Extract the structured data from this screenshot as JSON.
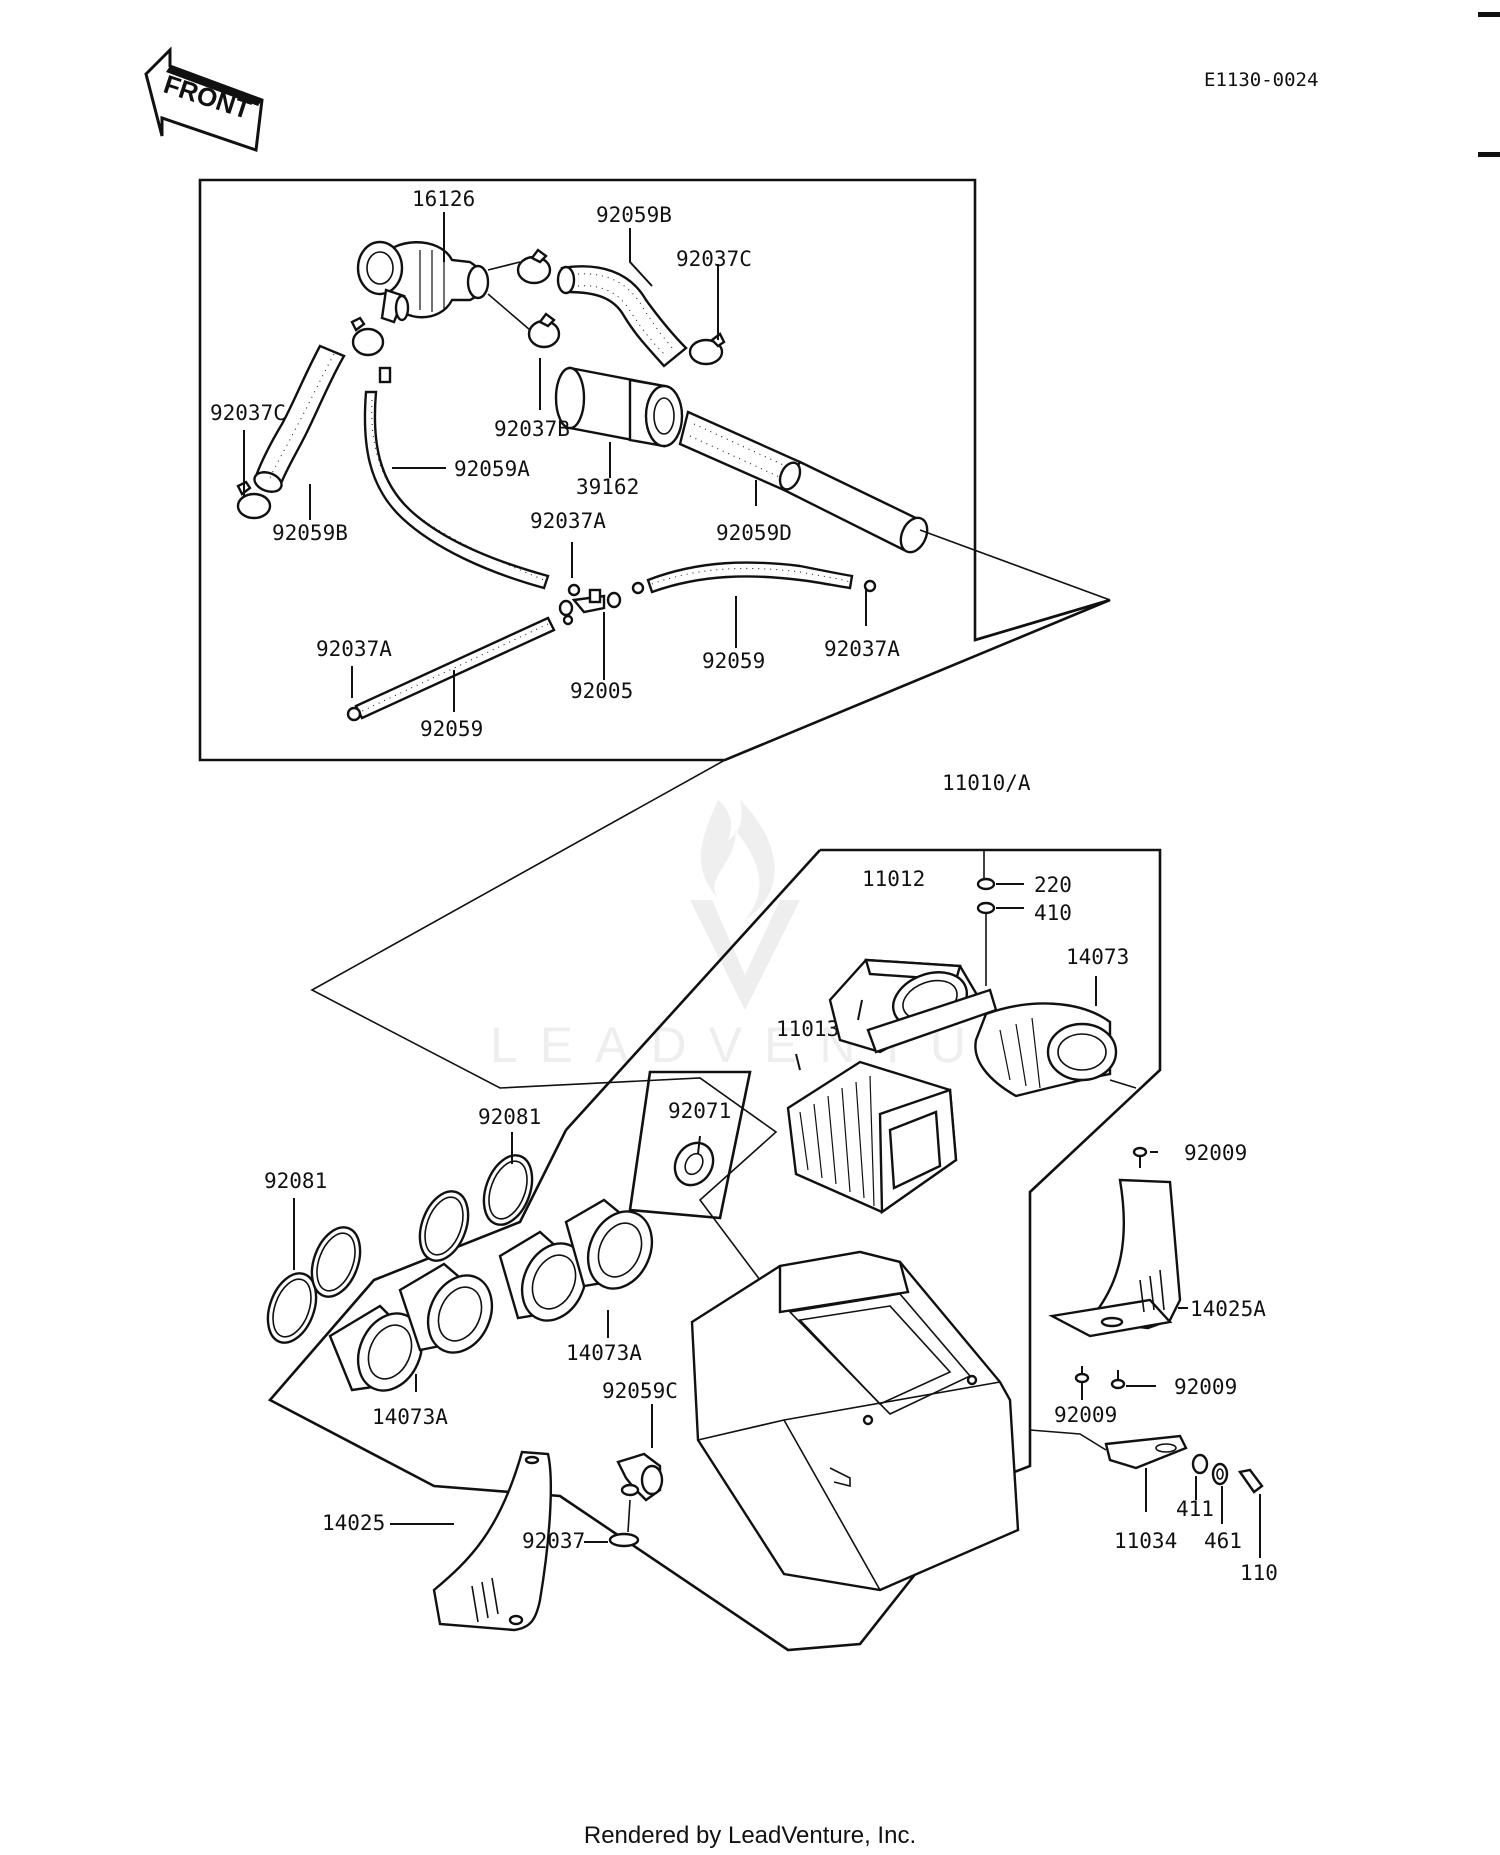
{
  "diagram": {
    "doc_id": "E1130-0024",
    "front_label": "FRONT",
    "watermark": "LEADVENTURE",
    "footer": "Rendered by LeadVenture, Inc.",
    "upper_labels": {
      "p16126": "16126",
      "p92059B_top": "92059B",
      "p92037C_right": "92037C",
      "p92037C_left": "92037C",
      "p92037B": "92037B",
      "p92059A": "92059A",
      "p39162": "39162",
      "p92059B_left": "92059B",
      "p92037A_mid": "92037A",
      "p92059D": "92059D",
      "p92037A_left": "92037A",
      "p92059_right": "92059",
      "p92037A_right": "92037A",
      "p92005": "92005",
      "p92059_left": "92059"
    },
    "lower_labels": {
      "p11010A": "11010/A",
      "p11012": "11012",
      "p220": "220",
      "p410": "410",
      "p14073": "14073",
      "p11013": "11013",
      "p92071": "92071",
      "p92081_top": "92081",
      "p92081_left": "92081",
      "p92009_top": "92009",
      "p14025A": "14025A",
      "p92009_right": "92009",
      "p92009_bottom": "92009",
      "p14073A_right": "14073A",
      "p14073A_left": "14073A",
      "p92059C": "92059C",
      "p14025": "14025",
      "p92037": "92037",
      "p11034": "11034",
      "p411": "411",
      "p461": "461",
      "p110": "110"
    }
  }
}
